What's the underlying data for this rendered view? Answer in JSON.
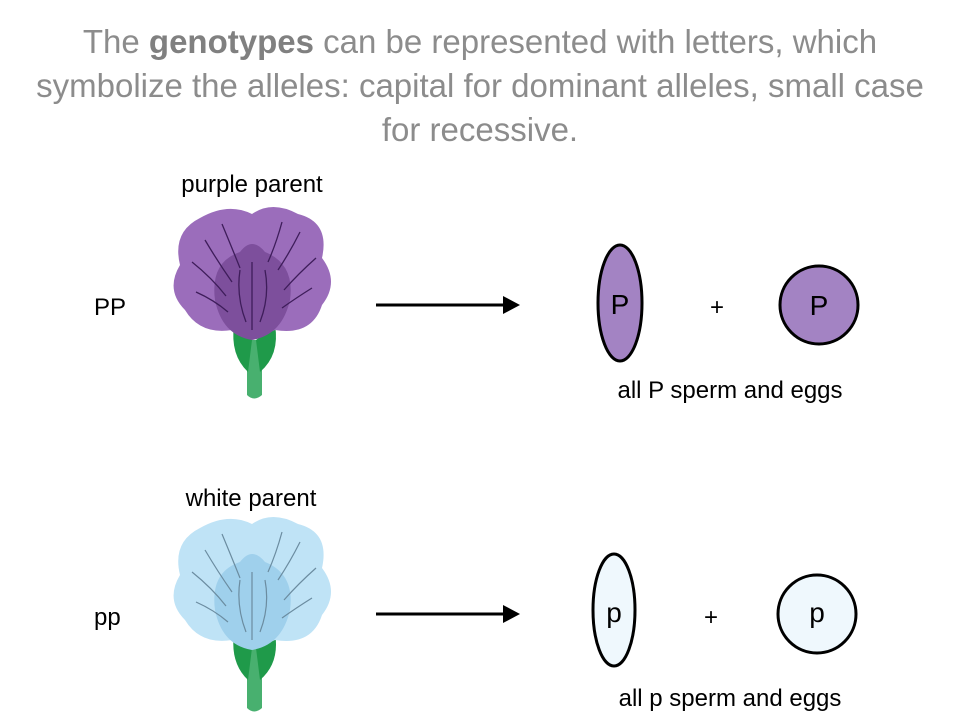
{
  "heading": {
    "part1": "The ",
    "emphasis": "genotypes",
    "part2": " can be represented with letters, which symbolize the alleles: capital for dominant alleles, small case for recessive."
  },
  "rows": [
    {
      "parent_label": "purple parent",
      "genotype": "PP",
      "sperm_allele": "P",
      "plus": "+",
      "egg_allele": "P",
      "caption": "all P sperm and eggs",
      "colors": {
        "petal": "#9b6dbb",
        "petal_dark": "#7d4f9c",
        "vein": "#3e1d5a",
        "gamete_fill": "#a383c3"
      }
    },
    {
      "parent_label": "white parent",
      "genotype": "pp",
      "sperm_allele": "p",
      "plus": "+",
      "egg_allele": "p",
      "caption": "all p sperm and eggs",
      "colors": {
        "petal": "#bfe3f6",
        "petal_dark": "#9fd0ec",
        "vein": "#6b8ca0",
        "gamete_fill": "#eff8fd"
      }
    }
  ],
  "colors": {
    "stem": "#1f9a4a",
    "stem_light": "#48b06f",
    "arrow": "#000000"
  }
}
